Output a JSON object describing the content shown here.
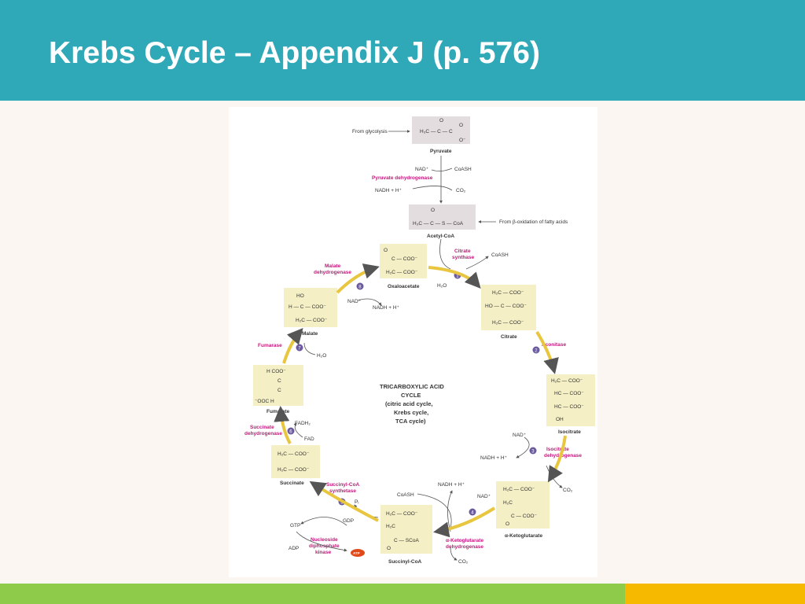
{
  "slide": {
    "title": "Krebs Cycle – Appendix J (p. 576)"
  },
  "diagram": {
    "from_glycolysis": "From glycolysis",
    "pyruvate": {
      "name": "Pyruvate",
      "formula": "H₃C — C — C",
      "o_top": "O",
      "o_minus": "O⁻"
    },
    "pdh_step": {
      "nad": "NAD⁺",
      "coash": "CoASH",
      "enzyme": "Pyruvate dehydrogenase",
      "nadh": "NADH + H⁺",
      "co2": "CO₂"
    },
    "acetyl_coa": {
      "name": "Acetyl-CoA",
      "formula": "H₃C — C — S — CoA",
      "o_top": "O",
      "from_beta": "From β-oxidation of fatty acids"
    },
    "center_label": [
      "TRICARBOXYLIC ACID",
      "CYCLE",
      "(citric acid cycle,",
      "Krebs cycle,",
      "TCA cycle)"
    ],
    "oxaloacetate": {
      "name": "Oxaloacetate",
      "lines": [
        "C — COO⁻",
        "H₂C — COO⁻"
      ],
      "o_top": "O"
    },
    "citrate": {
      "name": "Citrate",
      "lines": [
        "H₂C — COO⁻",
        "HO — C — COO⁻",
        "H₂C — COO⁻"
      ]
    },
    "isocitrate": {
      "name": "Isocitrate",
      "lines": [
        "H₂C — COO⁻",
        "HC — COO⁻",
        "HC — COO⁻",
        "OH"
      ]
    },
    "ketoglutarate": {
      "name": "α-Ketoglutarate",
      "lines": [
        "H₂C — COO⁻",
        "H₂C",
        "C — COO⁻"
      ],
      "o_bottom": "O"
    },
    "succinyl_coa": {
      "name": "Succinyl-CoA",
      "lines": [
        "H₂C — COO⁻",
        "H₂C",
        "C — SCoA"
      ],
      "o_bottom": "O"
    },
    "succinate": {
      "name": "Succinate",
      "lines": [
        "H₂C — COO⁻",
        "H₂C — COO⁻"
      ]
    },
    "fumarate": {
      "name": "Fumarate",
      "lines": [
        "H     COO⁻",
        "C",
        "C",
        "⁻OOC     H"
      ]
    },
    "malate": {
      "name": "Malate",
      "lines": [
        "HO",
        "H — C — COO⁻",
        "H₂C — COO⁻"
      ]
    },
    "steps": {
      "s1": {
        "num": "1",
        "enzyme": [
          "Citrate",
          "synthase"
        ],
        "coash": "CoASH",
        "h2o": "H₂O"
      },
      "s2": {
        "num": "2",
        "enzyme": [
          "Aconitase"
        ]
      },
      "s3": {
        "num": "3",
        "enzyme": [
          "Isocitrate",
          "dehydrogenase"
        ],
        "nad": "NAD⁺",
        "nadh": "NADH + H⁺",
        "co2": "CO₂"
      },
      "s4": {
        "num": "4",
        "enzyme": [
          "α-Ketoglutarate",
          "dehydrogenase"
        ],
        "nadh": "NADH + H⁺",
        "nad": "NAD⁺",
        "coash": "CoASH",
        "co2": "CO₂"
      },
      "s5": {
        "num": "5",
        "enzyme": [
          "Succinyl-CoA",
          "synthetase"
        ],
        "pi": "Pᵢ",
        "gdp": "GDP",
        "gtp": "GTP",
        "adp": "ADP",
        "ndk": [
          "Nucleoside",
          "diphosphate",
          "kinase"
        ],
        "atp": "ATP"
      },
      "s6": {
        "num": "6",
        "enzyme": [
          "Succinate",
          "dehydrogenase"
        ],
        "fadh2": "FADH₂",
        "fad": "FAD"
      },
      "s7": {
        "num": "7",
        "enzyme": [
          "Fumarase"
        ],
        "h2o": "H₂O"
      },
      "s8": {
        "num": "8",
        "enzyme": [
          "Malate",
          "dehydrogenase"
        ],
        "nad": "NAD⁺",
        "nadh": "NADH + H⁺"
      }
    },
    "colors": {
      "header": "#2fa8b8",
      "enzyme": "#c2187a",
      "cycle_arrow": "#e9c63f",
      "step_badge": "#6b5a9e",
      "green_bar": "#8ecb4a",
      "orange_bar": "#f6b900"
    }
  }
}
